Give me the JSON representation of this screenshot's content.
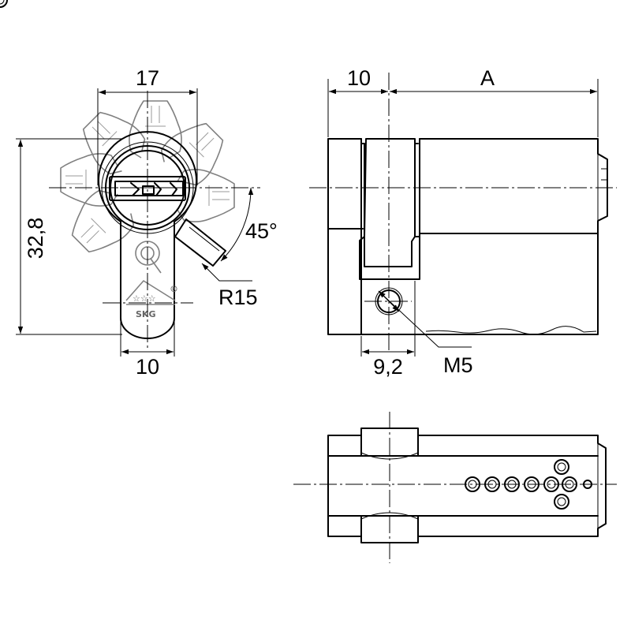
{
  "front_view": {
    "width_top": "17",
    "height_left": "32,8",
    "width_bottom": "10",
    "angle": "45°",
    "radius": "R15",
    "logo_brand": "SKG",
    "logo_stars": "☆☆☆",
    "logo_registered": "®"
  },
  "side_view": {
    "offset_top": "10",
    "length_top": "A",
    "hole_offset": "9,2",
    "thread": "M5"
  },
  "colors": {
    "line": "#000000",
    "ghost_cam": "#808080",
    "background": "#ffffff"
  }
}
